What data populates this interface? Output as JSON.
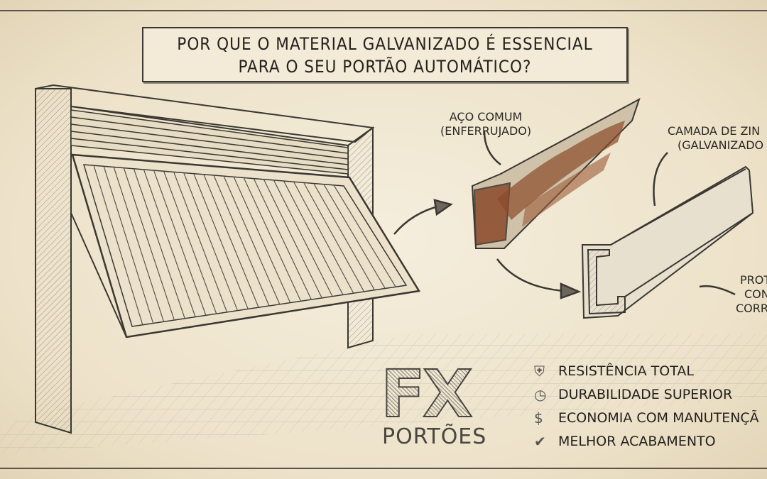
{
  "title": {
    "line1": "POR QUE O MATERIAL GALVANIZADO É ESSENCIAL",
    "line2": "PARA O SEU PORTÃO AUTOMÁTICO?"
  },
  "labels": {
    "rusted": [
      "AÇO COMUM",
      "(ENFERRUJADO)"
    ],
    "zinc": [
      "CAMADA DE ZIN",
      "(GALVANIZADO"
    ],
    "protection": [
      "PROTEÇ",
      "CONTR",
      "CORROS"
    ]
  },
  "logo": {
    "mark": "FX",
    "name": "PORTÕES"
  },
  "features": [
    {
      "icon": "shield-check-icon",
      "glyph": "⛨",
      "text": "RESISTÊNCIA TOTAL"
    },
    {
      "icon": "clock-icon",
      "glyph": "◷",
      "text": "DURABILIDADE SUPERIOR"
    },
    {
      "icon": "hand-coin-icon",
      "glyph": "$",
      "text": "ECONOMIA COM MANUTENÇÃ"
    },
    {
      "icon": "checkmark-icon",
      "glyph": "✔",
      "text": "MELHOR ACABAMENTO"
    }
  ],
  "colors": {
    "paper": "#f1e8d4",
    "ink": "#2b2824",
    "rust": "#8a4a2a"
  }
}
